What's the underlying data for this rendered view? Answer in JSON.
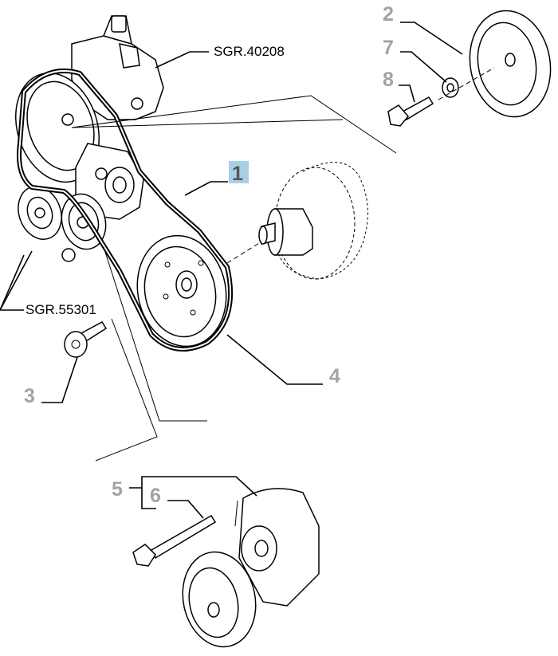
{
  "diagram": {
    "references": [
      {
        "id": "ref-sgr-40208",
        "text": "SGR.40208"
      },
      {
        "id": "ref-sgr-55301",
        "text": "SGR.55301"
      }
    ],
    "callouts": [
      {
        "id": "callout-1",
        "text": "1",
        "highlighted": true
      },
      {
        "id": "callout-2",
        "text": "2"
      },
      {
        "id": "callout-3",
        "text": "3"
      },
      {
        "id": "callout-4",
        "text": "4"
      },
      {
        "id": "callout-5",
        "text": "5"
      },
      {
        "id": "callout-6",
        "text": "6"
      },
      {
        "id": "callout-7",
        "text": "7"
      },
      {
        "id": "callout-8",
        "text": "8"
      }
    ],
    "colors": {
      "callout_text": "#a3a3a3",
      "highlight_fill": "#a8cfe8",
      "line": "#000000"
    }
  }
}
